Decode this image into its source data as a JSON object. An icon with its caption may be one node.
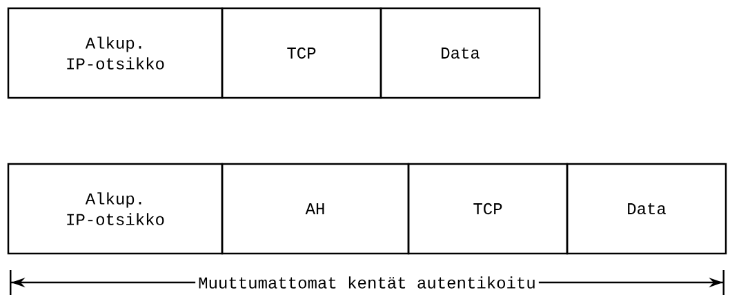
{
  "diagram": {
    "nodes": [
      {
        "text": [
          "Alkup. IP-otsikko"
        ]
      },
      {
        "text": [
          "TCP"
        ]
      },
      {
        "text": [
          "Data"
        ]
      },
      {
        "text": [
          "Alkup. IP-otsikko"
        ]
      },
      {
        "text": [
          "AH"
        ]
      },
      {
        "text": [
          "TCP"
        ]
      },
      {
        "text": [
          "Data"
        ]
      }
    ],
    "labels": [
      "Muuttumattomat kentät autentikoitu"
    ]
  }
}
